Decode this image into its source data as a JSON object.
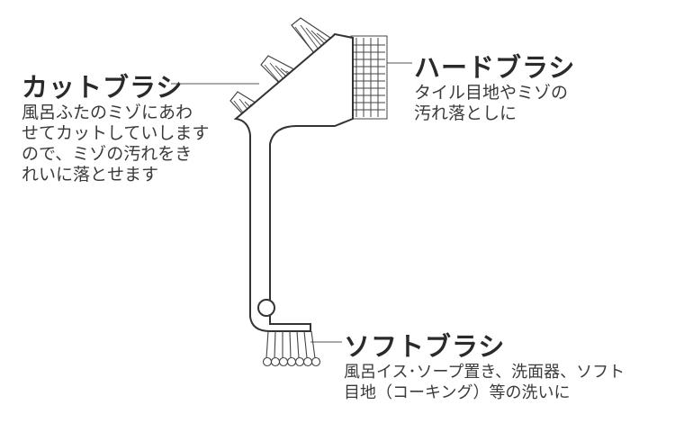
{
  "cut_brush": {
    "title": "カットブラシ",
    "lines": [
      "風呂ふたのミゾにあわ",
      "せてカットしていします",
      "ので、ミゾの汚れをき",
      "れいに落とせます"
    ]
  },
  "hard_brush": {
    "title": "ハードブラシ",
    "lines": [
      "タイル目地やミゾの",
      "汚れ落としに"
    ]
  },
  "soft_brush": {
    "title": "ソフトブラシ",
    "lines": [
      "風呂イス･ソープ置き、洗面器、ソフト",
      "目地（コーキング）等の洗いに"
    ]
  },
  "colors": {
    "line": "#333333",
    "bristle": "#555555",
    "background": "#ffffff"
  }
}
